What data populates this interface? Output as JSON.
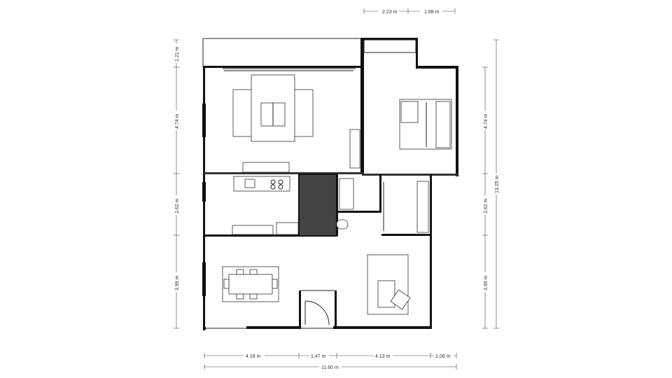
{
  "plan": {
    "top_dimensions": [
      "2.23 m",
      "1.88 m"
    ],
    "bottom_dimensions": [
      "4.18 m",
      "1.47 m",
      "4.13 m",
      "1.06 m"
    ],
    "overall_width": "11.60 m",
    "left_dimensions": [
      "1.21 m",
      "4.74 m",
      "2.62 m",
      "3.99 m"
    ],
    "right_dimensions": [
      "4.74 m",
      "2.62 m",
      "3.99 m"
    ],
    "overall_height": "13.25 m"
  }
}
